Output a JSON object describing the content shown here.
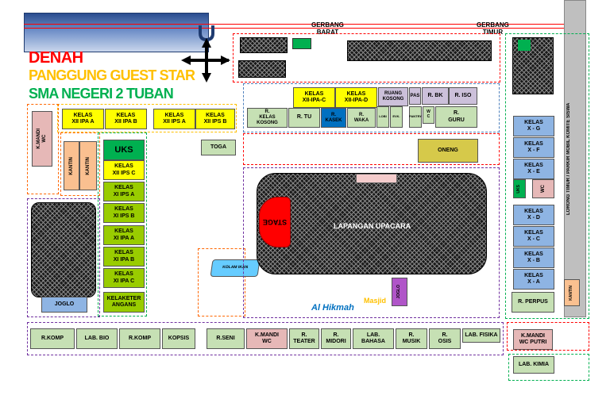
{
  "title": {
    "line1": "DENAH",
    "line2": "PANGGUNG GUEST STAR",
    "line3": "SMA NEGERI 2 TUBAN"
  },
  "gates": {
    "west": "GERBANG\nBARAT",
    "east": "GERBANG\nTIMUR"
  },
  "road": "LORONG TIMUR / PARKIR MOBIL KOMITE SISWA",
  "rooms": {
    "xii_ipa_a": "KELAS\nXII IPA A",
    "xii_ipa_b": "KELAS\nXII IPA B",
    "xii_ips_a": "KELAS\nXII IPS A",
    "xii_ips_b": "KELAS\nXII IPS B",
    "xii_ipa_c": "KELAS\nXII-IPA-C",
    "xii_ipa_d": "KELAS\nXII-IPA-D",
    "ruang_kosong": "RUANG\nKOSONG",
    "pas": "PAS",
    "r_bk": "R. BK",
    "r_iso": "R. ISO",
    "r_kelas_kosong": "R.\nKELAS\nKOSONG",
    "r_tu": "R. TU",
    "r_kasek": "R.\nKASEK",
    "r_waka": "R.\nWAKA",
    "lobi": "LOBI",
    "evkl": "EVK.",
    "pantry": "PANTRY",
    "wc_small": "W\nC",
    "r_guru": "R.\nGURU",
    "k_mandi_wc": "K.MANDI\nWC",
    "kantin_left": "KANTIN",
    "kantin_left2": "KANTIN",
    "uks": "UKS",
    "xii_ips_c": "KELAS\nXII IPS C",
    "xi_ips_a": "KELAS\nXI IPS A",
    "xi_ips_b": "KELAS\nXI IPS B",
    "xi_ipa_a": "KELAS\nXI IPA A",
    "xi_ipa_b": "KELAS\nXI IPA B",
    "xi_ipa_c": "KELAS\nXI IPA C",
    "kelaketeran": "KELAKETER\nANGANS",
    "toga": "TOGA",
    "oneng": "ONENG",
    "stage": "STAGE",
    "lapangan": "LAPANGAN UPACARA",
    "kolam_ikan": "KOLAM IKAN",
    "joglo_right": "JOGLO",
    "masjid": "Masjid",
    "al_hikmah": "Al Hikmah",
    "joglo_left": "JOGLO",
    "x_g": "KELAS\nX - G",
    "x_f": "KELAS\nX - F",
    "x_e": "KELAS\nX - E",
    "uks_right": "UKS",
    "wc_right": "WC",
    "x_d": "KELAS\nX - D",
    "x_c": "KELAS\nX - C",
    "x_b": "KELAS\nX - B",
    "x_a": "KELAS\nX - A",
    "r_perpus": "R. PERPUS",
    "kantin_right": "KANTIN",
    "r_komp1": "R.KOMP",
    "lab_bio": "LAB. BIO",
    "r_komp2": "R.KOMP",
    "kopsis": "KOPSIS",
    "r_seni": "R.SENI",
    "k_mandi_wc_bottom": "K.MANDI\nWC",
    "r_teater": "R.\nTEATER",
    "r_midori": "R.\nMIDORI",
    "lab_bahasa": "LAB.\nBAHASA",
    "r_musik": "R.\nMUSIK",
    "r_osis": "R.\nOSIS",
    "lab_fisika": "LAB. FISIKA",
    "k_mandi_wc_putri": "K.MANDI\nWC PUTRI",
    "lab_kimia": "LAB. KIMIA"
  },
  "colors": {
    "title_red": "#ff0000",
    "title_yellow": "#ffc000",
    "title_green": "#00b050",
    "stage_red": "#ff0000"
  }
}
